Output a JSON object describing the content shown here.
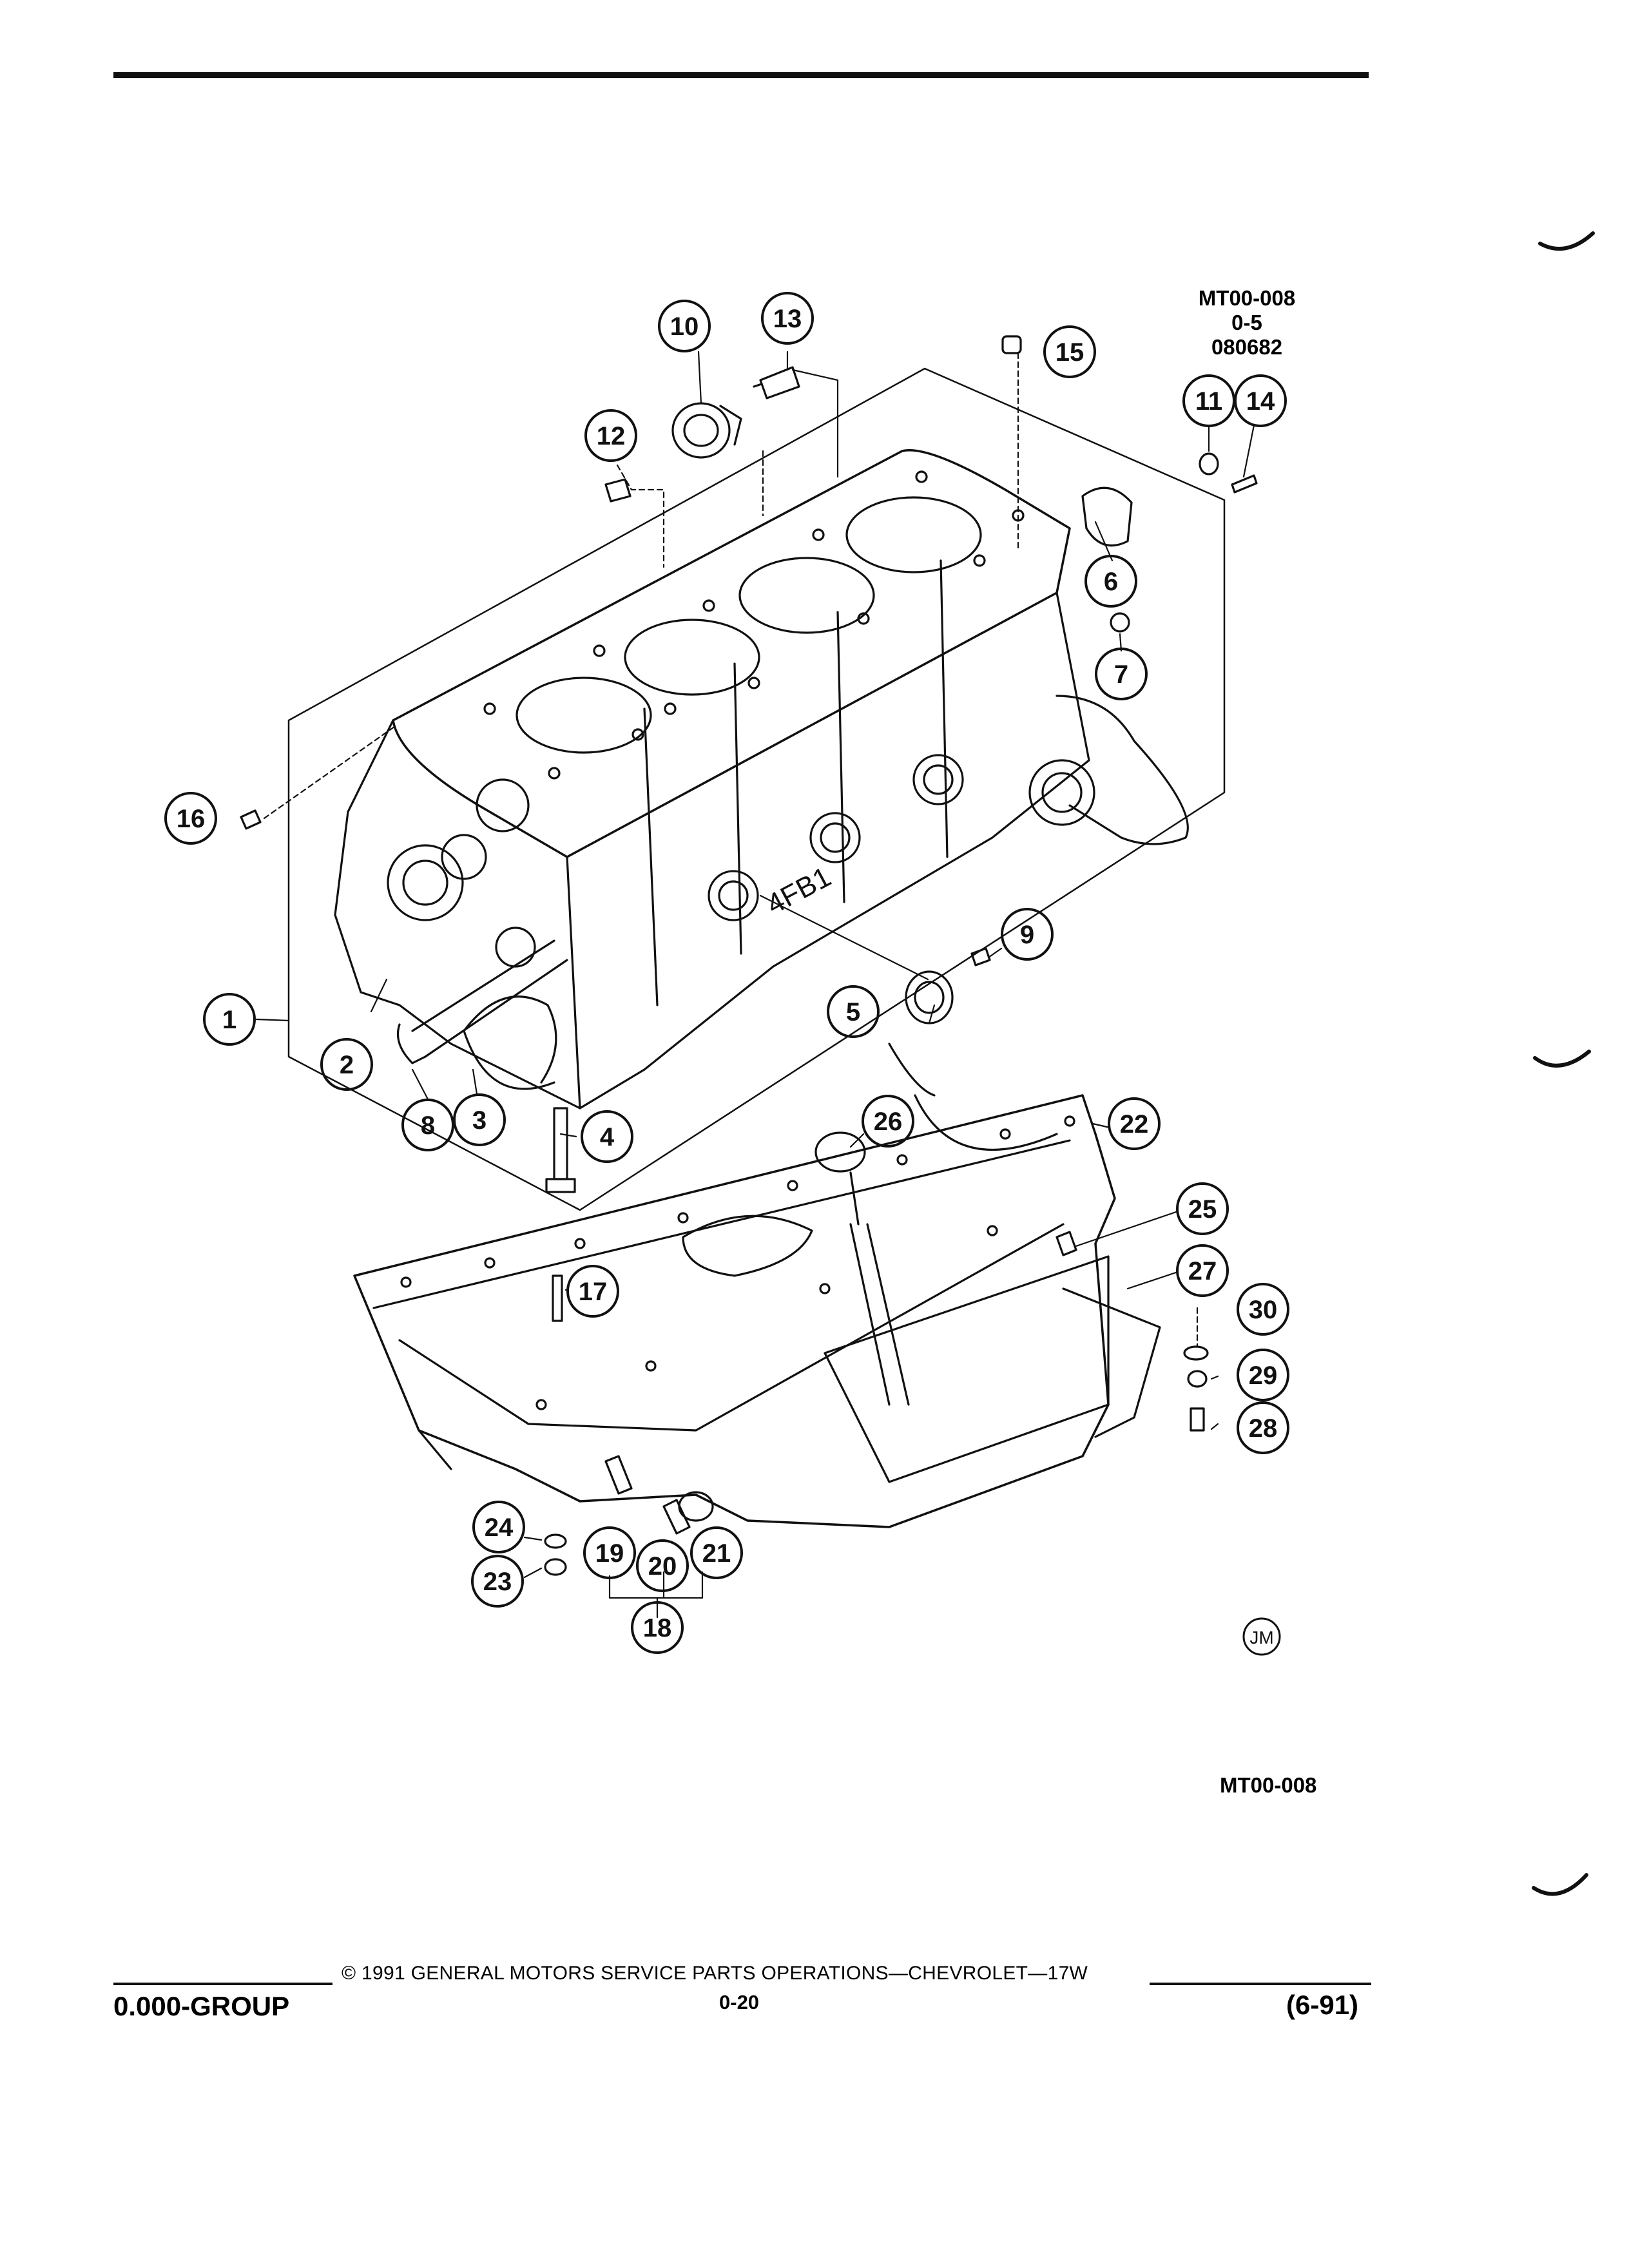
{
  "figure": {
    "ref_lines": [
      "MT00-008",
      "0-5",
      "080682"
    ],
    "bottom_id": "MT00-008",
    "artist_mark": "JM",
    "callouts": [
      {
        "n": "1"
      },
      {
        "n": "2"
      },
      {
        "n": "3"
      },
      {
        "n": "4"
      },
      {
        "n": "5"
      },
      {
        "n": "6"
      },
      {
        "n": "7"
      },
      {
        "n": "8"
      },
      {
        "n": "9"
      },
      {
        "n": "10"
      },
      {
        "n": "11"
      },
      {
        "n": "12"
      },
      {
        "n": "13"
      },
      {
        "n": "14"
      },
      {
        "n": "15"
      },
      {
        "n": "16"
      },
      {
        "n": "17"
      },
      {
        "n": "18"
      },
      {
        "n": "19"
      },
      {
        "n": "20"
      },
      {
        "n": "21"
      },
      {
        "n": "22"
      },
      {
        "n": "23"
      },
      {
        "n": "24"
      },
      {
        "n": "25"
      },
      {
        "n": "26"
      },
      {
        "n": "27"
      },
      {
        "n": "28"
      },
      {
        "n": "29"
      },
      {
        "n": "30"
      }
    ],
    "block_casting_mark": "4FB1"
  },
  "footer": {
    "copyright": "© 1991 GENERAL MOTORS SERVICE PARTS OPERATIONS—CHEVROLET—17W",
    "group": "0.000-GROUP",
    "page": "0-20",
    "date": "(6-91)"
  },
  "colors": {
    "ink": "#111111",
    "paper": "#ffffff"
  }
}
